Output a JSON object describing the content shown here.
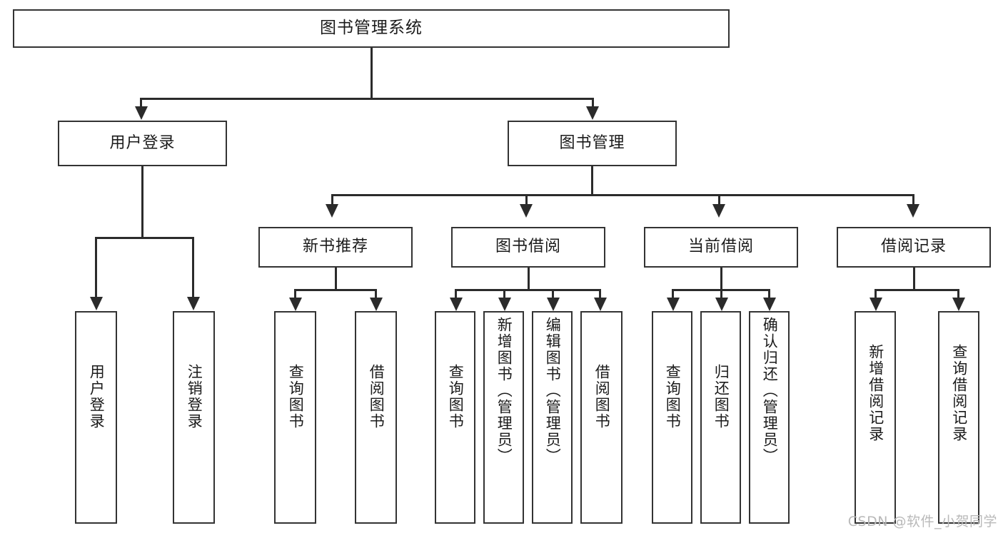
{
  "diagram": {
    "title": "图书管理系统",
    "root": {
      "label": "图书管理系统"
    },
    "level2": [
      {
        "label": "用户登录"
      },
      {
        "label": "图书管理"
      }
    ],
    "level3": [
      {
        "label": "新书推荐"
      },
      {
        "label": "图书借阅"
      },
      {
        "label": "当前借阅"
      },
      {
        "label": "借阅记录"
      }
    ],
    "leaves": {
      "user_login": [
        {
          "label": "用户登录"
        },
        {
          "label": "注销登录"
        }
      ],
      "new_book_recommend": [
        {
          "label": "查询图书"
        },
        {
          "label": "借阅图书"
        }
      ],
      "book_borrow": [
        {
          "label": "查询图书"
        },
        {
          "label": "新增图书（管理员）"
        },
        {
          "label": "编辑图书（管理员）"
        },
        {
          "label": "借阅图书"
        }
      ],
      "current_borrow": [
        {
          "label": "查询图书"
        },
        {
          "label": "归还图书"
        },
        {
          "label": "确认归还（管理员）"
        }
      ],
      "borrow_record": [
        {
          "label": "新增借阅记录"
        },
        {
          "label": "查询借阅记录"
        }
      ]
    }
  },
  "watermark": {
    "text": "CSDN @软件_小贺同学"
  },
  "colors": {
    "box_border": "#333333",
    "line": "#2b2b2b",
    "text": "#1b1b1b",
    "background": "#ffffff",
    "watermark": "#b9b9b9"
  }
}
